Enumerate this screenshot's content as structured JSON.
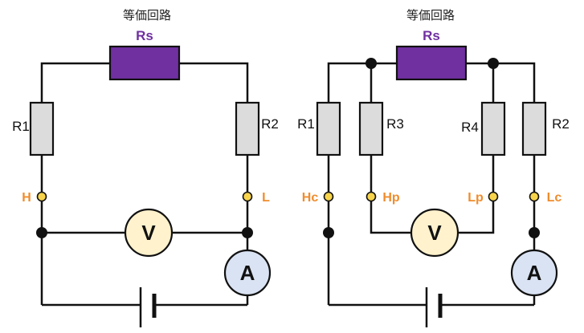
{
  "left": {
    "title": "等価回路",
    "rs_label": "Rs",
    "r1_label": "R1",
    "r2_label": "R2",
    "h_label": "H",
    "l_label": "L",
    "voltmeter_label": "V",
    "ammeter_label": "A"
  },
  "right": {
    "title": "等価回路",
    "rs_label": "Rs",
    "r1_label": "R1",
    "r2_label": "R2",
    "r3_label": "R3",
    "r4_label": "R4",
    "hc_label": "Hc",
    "hp_label": "Hp",
    "lp_label": "Lp",
    "lc_label": "Lc",
    "voltmeter_label": "V",
    "ammeter_label": "A"
  },
  "colors": {
    "rs_fill": "#7030a0",
    "resistor_fill": "#dcdcdc",
    "terminal_fill": "#f7d44c",
    "terminal_text": "#f08c2c",
    "voltmeter_fill": "#fff2cc",
    "ammeter_fill": "#dae3f3"
  }
}
